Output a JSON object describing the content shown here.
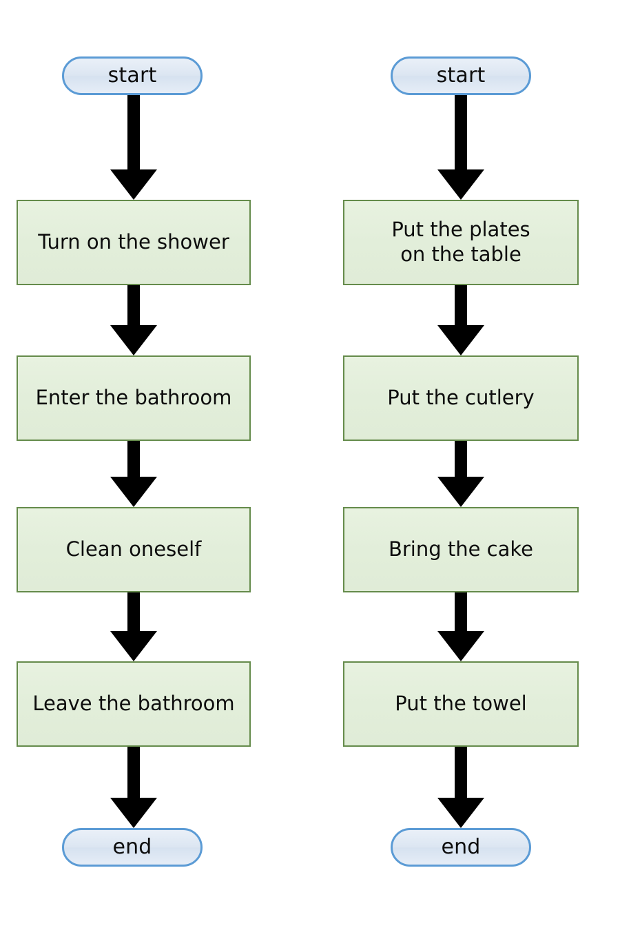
{
  "diagram": {
    "title": "Two parallel task flowcharts",
    "colors": {
      "background": "#ffffff",
      "terminal_fill": "#dce6f2",
      "terminal_border": "#5b9bd5",
      "process_fill": "#e2efda",
      "process_border": "#658b4b",
      "arrow": "#000000",
      "text": "#0d0d0d"
    },
    "flows": [
      {
        "id": "shower-flow",
        "start_label": "start",
        "end_label": "end",
        "steps": [
          {
            "label": "Turn on the shower"
          },
          {
            "label": "Enter the bathroom"
          },
          {
            "label": "Clean oneself"
          },
          {
            "label": "Leave the bathroom"
          }
        ]
      },
      {
        "id": "table-flow",
        "start_label": "start",
        "end_label": "end",
        "steps": [
          {
            "label": "Put the plates\non the table",
            "line1": "Put the plates",
            "line2": "on the table"
          },
          {
            "label": "Put the cutlery"
          },
          {
            "label": "Bring the cake"
          },
          {
            "label": "Put the towel"
          }
        ]
      }
    ],
    "connectors": {
      "icon": "down-block-arrow-icon",
      "count_per_flow": 5
    }
  }
}
